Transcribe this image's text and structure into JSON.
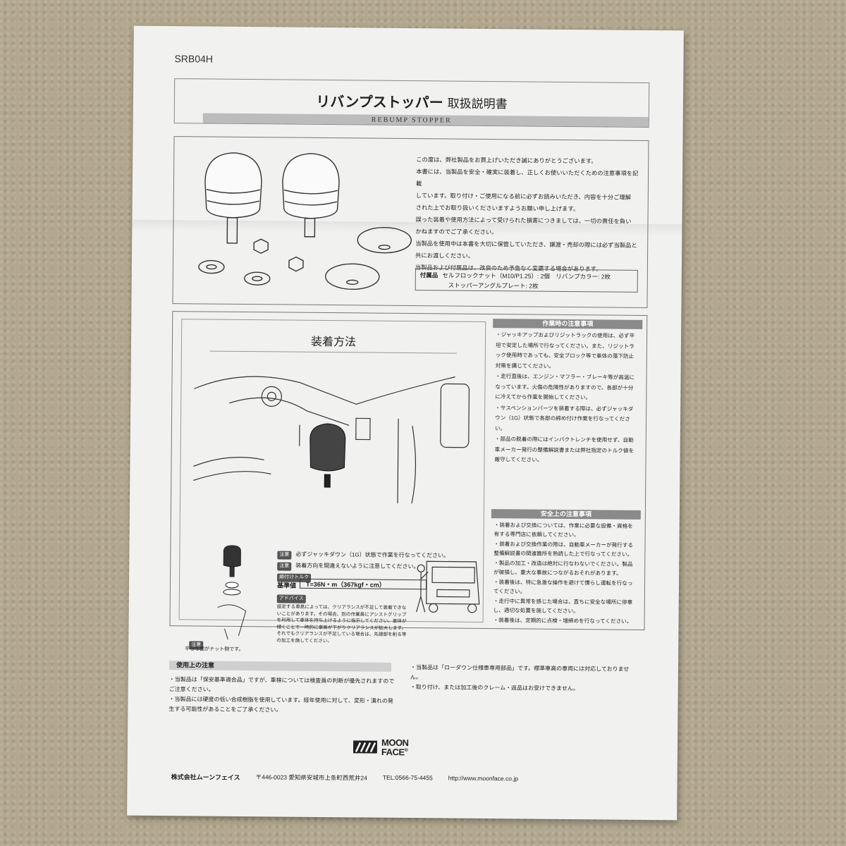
{
  "model": "SRB04H",
  "title": "リバンプストッパー",
  "title_suffix": "取扱説明書",
  "title_en": "REBUMP STOPPER",
  "intro": [
    "この度は、弊社製品をお買上げいただき誠にありがとうございます。",
    "本書には、当製品を安全・確実に装着し、正しくお使いいただくための注意事項を記載",
    "しています。取り付け・ご使用になる前に必ずお読みいただき、内容を十分ご理解",
    "された上でお取り扱いくださいますようお願い申し上げます。",
    "誤った装着や使用方法によって受けられた損害につきましては、一切の責任を負い",
    "かねますのでご了承ください。",
    "当製品を使用中は本書を大切に保管していただき、譲渡・売却の際には必ず当製品と",
    "共にお渡しください。",
    "当製品および付属品は、改良のため予告なく変更する場合があります。"
  ],
  "accessories": {
    "label": "付属品",
    "line1": "セルフロックナット（M10/P1.25）: 2個　リバンプカラー: 2枚",
    "line2": "ストッパーアングルプレート: 2枚"
  },
  "install": {
    "heading": "装着方法",
    "note_label": "注意",
    "note1": "必ずジャッキダウン（1G）状態で作業を行なってください。",
    "note2": "装着方向を間違えないように注意してください。",
    "torque_label": "締付けトルク",
    "torque_sub": "基準値",
    "torque_value": "T=36N・m（367kgf・cm）",
    "advice_label": "アドバイス",
    "advice": "設定する車高によっては、クリアランスが不足して装着できないことがあります。その場合、別の作業員にアシストグリップを利用して車体を持ち上げるように指示してください。車体が傾くことで一時的に車高が下がりクリアランスが拡大します。それでもクリアランスが不足している場合は、先端部を削る等の加工を施してください。",
    "flat_note": "平らな面がナット側です。"
  },
  "work_caution": {
    "heading": "作業時の注意事項",
    "items": [
      "・ジャッキアップおよびリジットラックの使用は、必ず平坦で安定した場所で行なってください。また、リジットラック使用時であっても、安全ブロック等で車体の落下防止対策を講じてください。",
      "・走行直後は、エンジン・マフラー・ブレーキ等が高温になっています。火傷の危険性がありますので、各部が十分に冷えてから作業を開始してください。",
      "・サスペンションパーツを装着する際は、必ずジャッキダウン（1G）状態で各部の締め付け作業を行なってください。",
      "・部品の脱着の際にはインパクトレンチを使用せず、自動車メーカー発行の整備解説書または弊社指定のトルク値を厳守してください。"
    ]
  },
  "safety_caution": {
    "heading": "安全上の注意事項",
    "items": [
      "・装着および交換については、作業に必要な設備・資格を有する専門店に依頼してください。",
      "・装着および交換作業の際は、自動車メーカーが発行する整備解説書の関連箇所を熟読した上で行なってください。",
      "・製品の加工・改造は絶対に行なわないでください。製品が破損し、重大な事故につながるおそれがあります。",
      "・装着後は、特に急激な操作を避けて慣らし運転を行なってください。",
      "・走行中に異常を感じた場合は、直ちに安全な場所に停車し、適切な処置を施してください。",
      "・装着後は、定期的に点検・増締めを行なってください。"
    ]
  },
  "usage": {
    "heading": "使用上の注意",
    "left": [
      "・当製品は「保安基準適合品」ですが、車検については検査員の判断が優先されますのでご注意ください。",
      "・当製品には硬度の低い合成樹脂を使用しています。経年使用に対して、変形・潰れの発生する可能性があることをご了承ください。"
    ],
    "right": [
      "・当製品は「ローダウン仕様車専用部品」です。標準車高の車両には対応しておりません。",
      "・取り付け、または加工後のクレーム・返品はお受けできません。"
    ]
  },
  "logo": {
    "line1": "MOON",
    "line2": "FACE",
    "mark": "®"
  },
  "footer": {
    "company": "株式会社ムーンフェイス",
    "address": "〒446-0023 愛知県安城市上条町西荒井24",
    "tel": "TEL:0566-75-4455",
    "url": "http://www.moonface.co.jp"
  }
}
